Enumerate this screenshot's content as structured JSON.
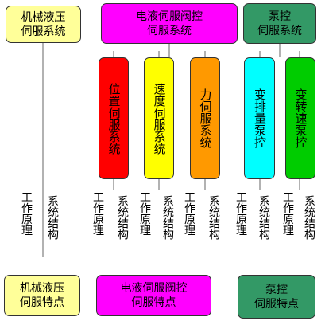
{
  "colors": {
    "mech": "#ffff99",
    "eh": "#ff00ff",
    "pump": "#339966",
    "red": "#ff0000",
    "yellow": "#ffff00",
    "orange": "#ff9900",
    "cyan": "#00ffff",
    "green": "#00cc00"
  },
  "top": {
    "mech_system": "机械液压\n伺服系统",
    "eh_system": "电液伺服阀控\n伺服系统",
    "pump_system": "泵控\n伺服系统"
  },
  "sub": {
    "position": "位置伺服系统",
    "speed": "速度伺服系统",
    "force": "力伺服系统",
    "var_disp": "变排量泵控",
    "var_speed": "变转速泵控"
  },
  "leaf": {
    "working_principle": "工作原理",
    "system_structure": "系统结构"
  },
  "bottom": {
    "mech_features": "机械液压\n伺服特点",
    "eh_features": "电液伺服阀控\n伺服特点",
    "pump_features": "泵控\n伺服特点"
  }
}
